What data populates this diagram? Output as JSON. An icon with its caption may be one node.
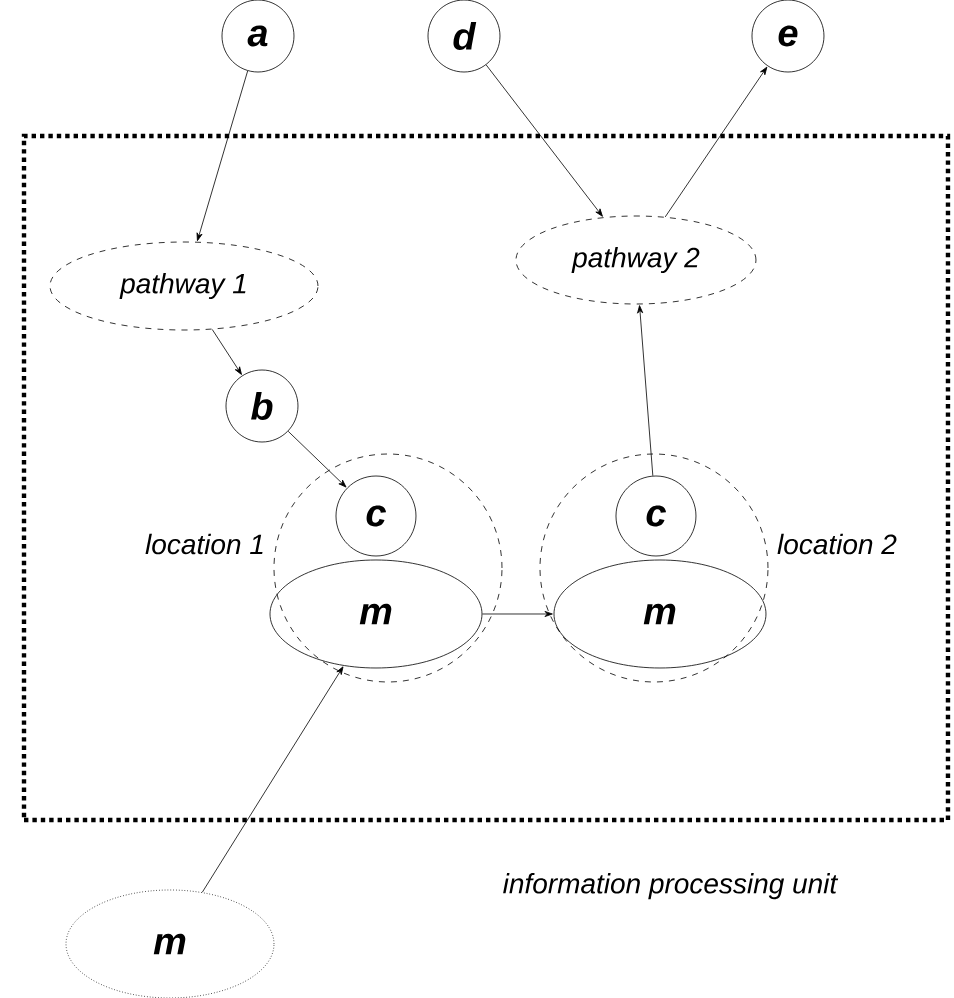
{
  "diagram": {
    "nodes": [
      {
        "text": [
          "information processing unit"
        ]
      },
      {
        "text": [
          "a"
        ]
      },
      {
        "text": [
          "d"
        ]
      },
      {
        "text": [
          "e"
        ]
      },
      {
        "text": [
          "pathway 1"
        ],
        "in": 0
      },
      {
        "text": [
          "pathway 2"
        ],
        "in": 0
      },
      {
        "text": [
          "b"
        ],
        "in": 0
      },
      {
        "text": [
          "location 1"
        ],
        "in": 0
      },
      {
        "text": [
          "c"
        ],
        "in": 7
      },
      {
        "text": [
          "m"
        ],
        "in": 7
      },
      {
        "text": [
          "location 2"
        ],
        "in": 0
      },
      {
        "text": [
          "c"
        ],
        "in": 10
      },
      {
        "text": [
          "m"
        ],
        "in": 10
      },
      {
        "text": [
          "m"
        ]
      }
    ],
    "edges": [
      {
        "from": 1,
        "to": 4,
        "arrow": "to"
      },
      {
        "from": 4,
        "to": 6,
        "arrow": "to"
      },
      {
        "from": 6,
        "to": 8,
        "arrow": "to"
      },
      {
        "from": 2,
        "to": 5,
        "arrow": "to"
      },
      {
        "from": 5,
        "to": 3,
        "arrow": "to"
      },
      {
        "from": 11,
        "to": 5,
        "arrow": "to"
      },
      {
        "from": 9,
        "to": 12,
        "arrow": "to"
      },
      {
        "from": 13,
        "to": 9,
        "arrow": "to"
      }
    ]
  }
}
